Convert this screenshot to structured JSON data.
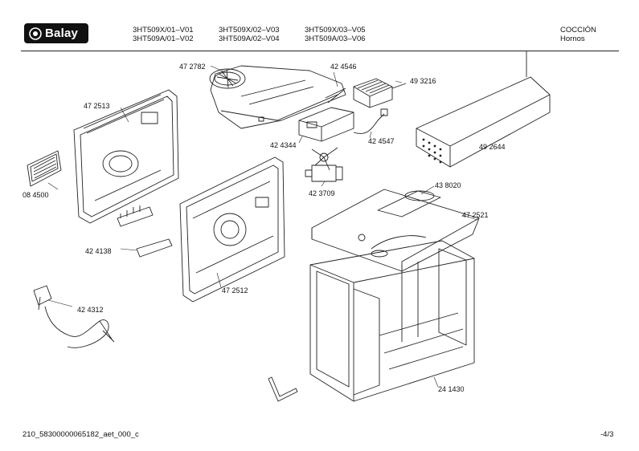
{
  "brand": {
    "name": "Balay"
  },
  "header": {
    "models": [
      {
        "line1": "3HT509X/01–V01",
        "line2": "3HT509A/01–V02"
      },
      {
        "line1": "3HT509X/02–V03",
        "line2": "3HT509A/02–V04"
      },
      {
        "line1": "3HT509X/03–V05",
        "line2": "3HT509A/03–V06"
      }
    ],
    "category": {
      "title": "COCCIÓN",
      "subtitle": "Hornos"
    }
  },
  "parts": [
    {
      "id": "472782",
      "label": "47 2782"
    },
    {
      "id": "424546",
      "label": "42 4546"
    },
    {
      "id": "493216",
      "label": "49 3216"
    },
    {
      "id": "472513",
      "label": "47 2513"
    },
    {
      "id": "424344",
      "label": "42 4344"
    },
    {
      "id": "424547",
      "label": "42 4547"
    },
    {
      "id": "492644",
      "label": "49 2644"
    },
    {
      "id": "084500",
      "label": "08 4500"
    },
    {
      "id": "423709",
      "label": "42 3709"
    },
    {
      "id": "438020",
      "label": "43 8020"
    },
    {
      "id": "472521",
      "label": "47 2521"
    },
    {
      "id": "424138",
      "label": "42 4138"
    },
    {
      "id": "472512",
      "label": "47 2512"
    },
    {
      "id": "424312",
      "label": "42 4312"
    },
    {
      "id": "241430",
      "label": "24 1430"
    }
  ],
  "footer": {
    "doc_id": "210_58300000065182_aet_000_c",
    "page": "-4/3"
  }
}
